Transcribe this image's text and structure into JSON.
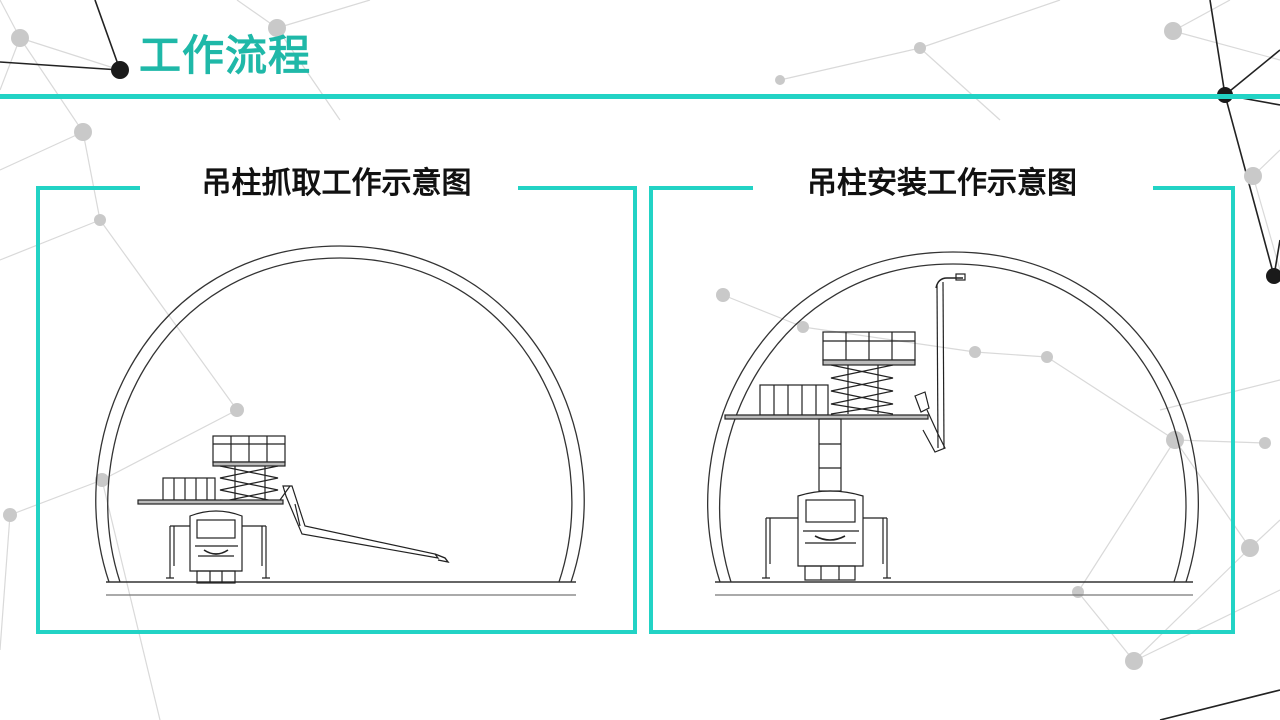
{
  "header": {
    "title": "工作流程"
  },
  "panels": [
    {
      "title": "吊柱抓取工作示意图"
    },
    {
      "title": "吊柱安装工作示意图"
    }
  ],
  "colors": {
    "accent": "#22d3c5",
    "title": "#1fb8a8",
    "network_line": "#cfcfcf",
    "network_node": "#c8c8c8",
    "network_dark": "#1a1a1a"
  }
}
